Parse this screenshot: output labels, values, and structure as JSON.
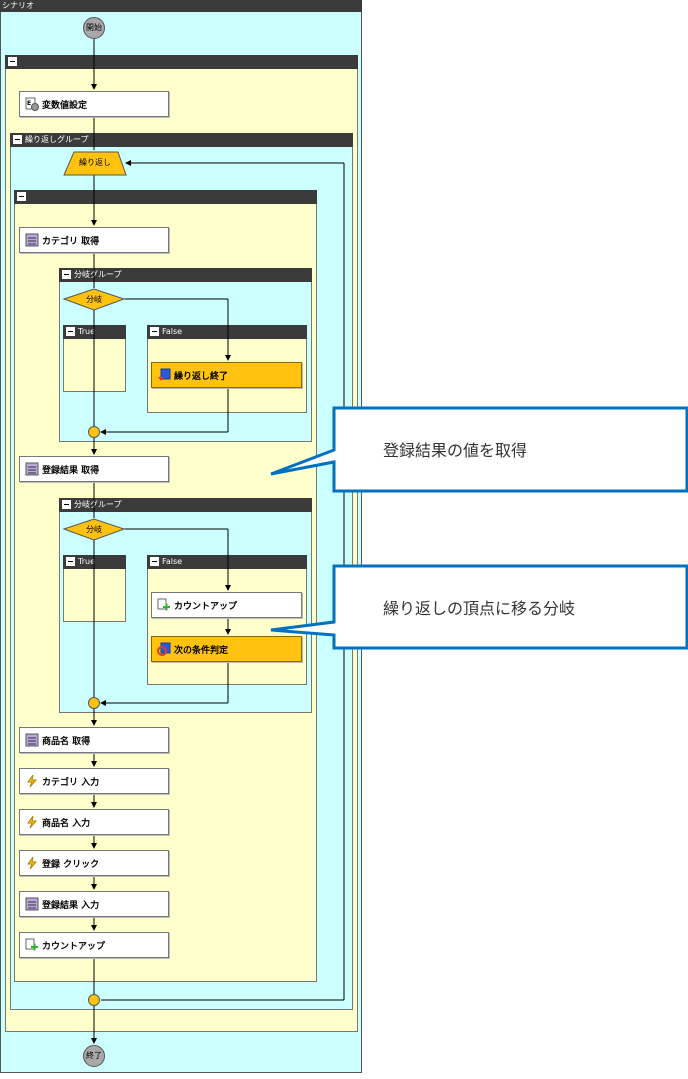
{
  "scenario": {
    "title": "シナリオ",
    "start_label": "開始",
    "end_label": "終了"
  },
  "outer_group": {
    "title": ""
  },
  "nodes": {
    "set_variable": "変数値設定",
    "category_get": "カテゴリ  取得",
    "loop_end": "繰り返し終了",
    "result_get": "登録結果  取得",
    "count_up_branch": "カウントアップ",
    "next_condition": "次の条件判定",
    "product_get": "商品名  取得",
    "category_input": "カテゴリ  入力",
    "product_input": "商品名  入力",
    "register_click": "登録  クリック",
    "result_input": "登録結果  入力",
    "count_up": "カウントアップ"
  },
  "loop_group": {
    "title": "繰り返しグループ",
    "loop_label": "繰り返し",
    "inner_title": ""
  },
  "branch1": {
    "title": "分岐グループ",
    "diamond": "分岐",
    "true_label": "True",
    "false_label": "False"
  },
  "branch2": {
    "title": "分岐グループ",
    "diamond": "分岐",
    "true_label": "True",
    "false_label": "False"
  },
  "callouts": {
    "first": "登録結果の値を取得",
    "second": "繰り返しの頂点に移る分岐"
  },
  "colors": {
    "canvas_bg": "#ccffff",
    "group_bg": "#ffffcc",
    "header_bg": "#3b3b3b",
    "accent_orange": "#ffc20e",
    "callout_border": "#0070c0"
  }
}
